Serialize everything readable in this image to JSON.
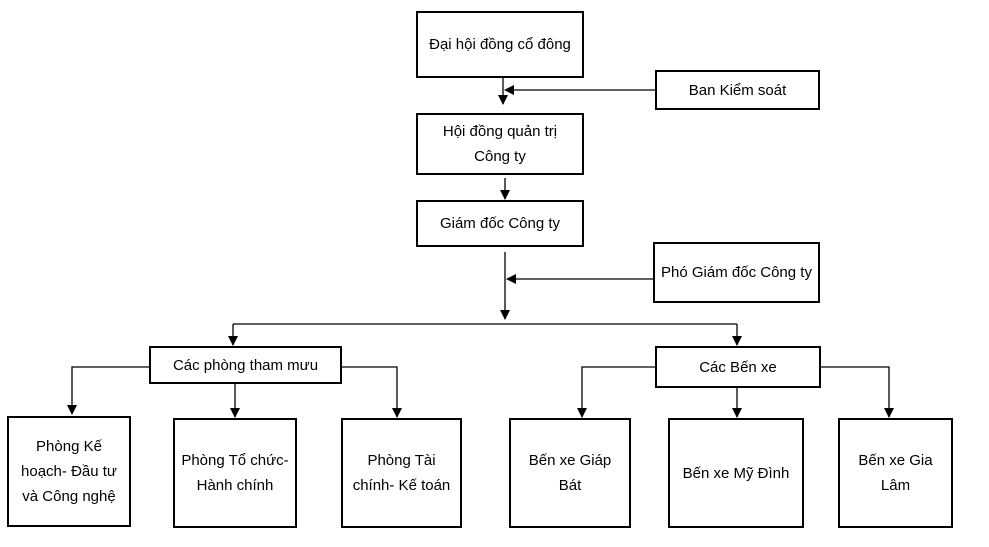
{
  "nodes": {
    "dhdcd": "Đại hội đồng cổ đông",
    "bks": "Ban Kiểm soát",
    "hdqt": "Hội đồng quản trị Công ty",
    "gd": "Giám đốc Công ty",
    "pgd": "Phó Giám đốc Công ty",
    "ptm": "Các phòng tham mưu",
    "bx": "Các Bến xe",
    "p1": "Phòng Kế hoạch- Đầu tư và Công nghệ",
    "p2": "Phòng Tổ chức- Hành chính",
    "p3": "Phòng Tài chính- Kế toán",
    "b1": "Bến xe Giáp Bát",
    "b2": "Bến xe Mỹ Đình",
    "b3": "Bến xe Gia Lâm"
  },
  "line_color": "#000000",
  "box_border_color": "#000000"
}
